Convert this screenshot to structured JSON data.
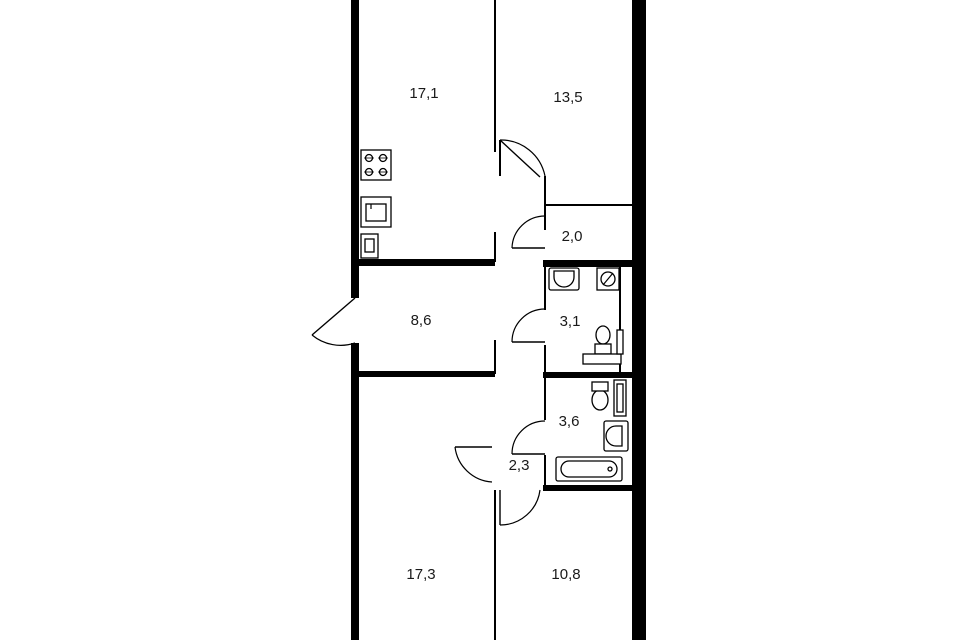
{
  "plan": {
    "background": "#ffffff",
    "wall_color": "#000000",
    "rooms": [
      {
        "id": "kitchen",
        "area": "17,1"
      },
      {
        "id": "room-top-right",
        "area": "13,5"
      },
      {
        "id": "storage",
        "area": "2,0"
      },
      {
        "id": "hall",
        "area": "8,6"
      },
      {
        "id": "wc",
        "area": "3,1"
      },
      {
        "id": "bathroom",
        "area": "3,6"
      },
      {
        "id": "corridor",
        "area": "2,3"
      },
      {
        "id": "room-bottom-left",
        "area": "17,3"
      },
      {
        "id": "room-bottom-right",
        "area": "10,8"
      }
    ],
    "icons": [
      "stove-icon",
      "sink-icon",
      "fridge-icon",
      "toilet-icon",
      "washbasin-icon",
      "bathtub-icon",
      "riser-icon",
      "door-icon"
    ]
  }
}
